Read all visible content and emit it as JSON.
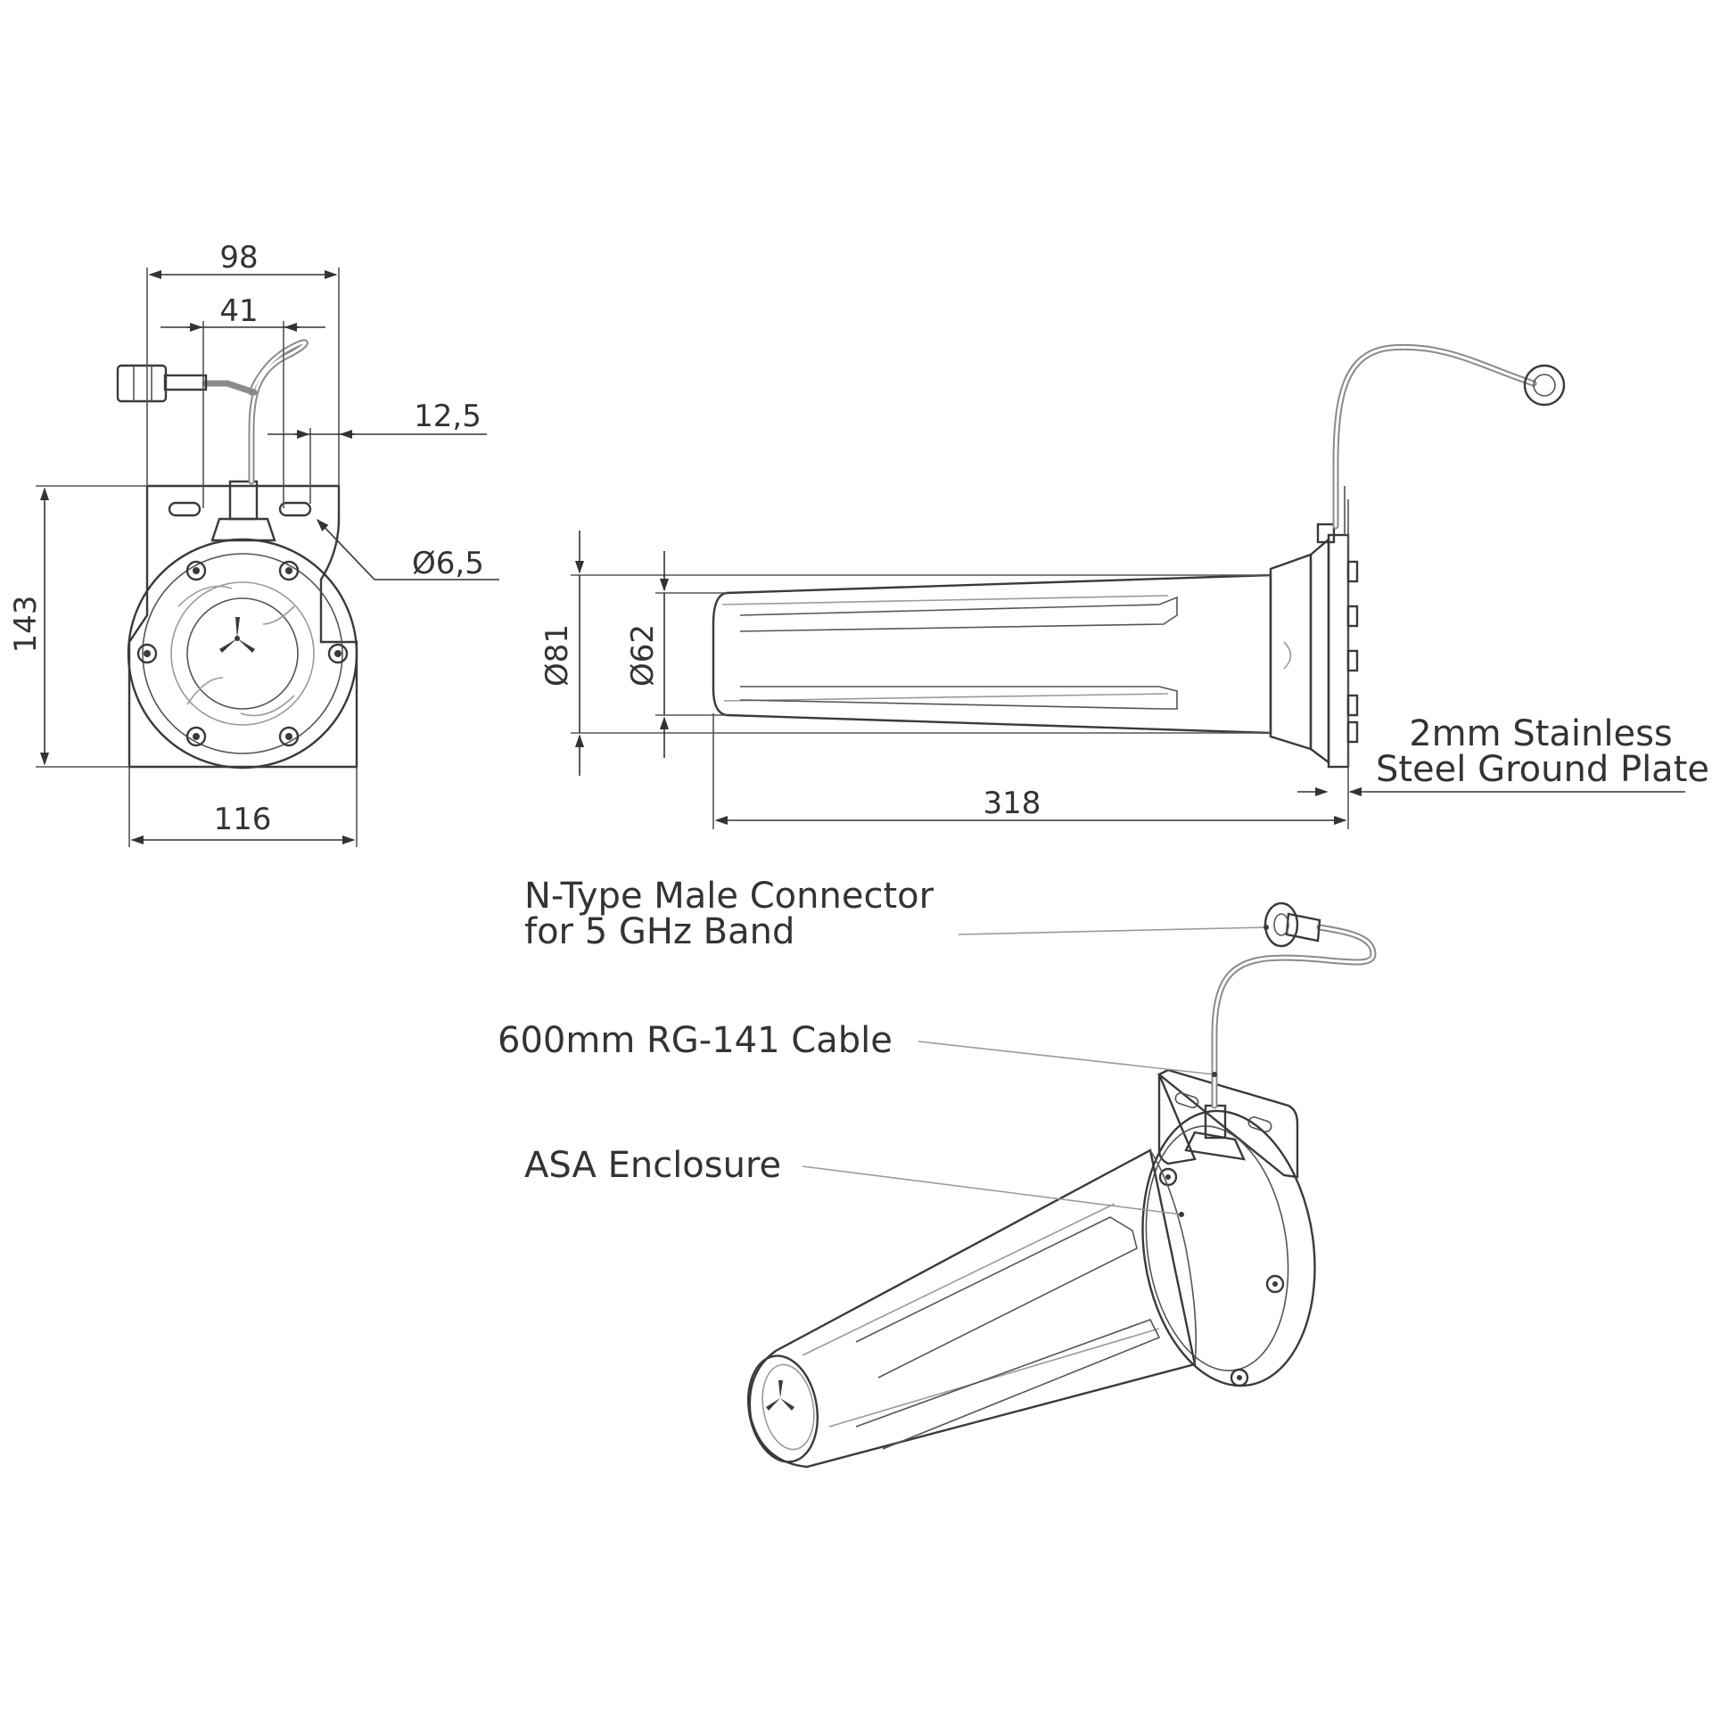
{
  "dimensions": {
    "front_width_top": "98",
    "slot_spacing": "41",
    "slot_offset": "12,5",
    "hole_diameter": "Ø6,5",
    "height": "143",
    "base_width": "116",
    "outer_diameter": "Ø81",
    "inner_diameter": "Ø62",
    "length": "318"
  },
  "callouts": {
    "ground_plate_line1": "2mm Stainless",
    "ground_plate_line2": "Steel Ground Plate",
    "connector_line1": "N-Type Male Connector",
    "connector_line2": "for 5 GHz Band",
    "cable": "600mm RG-141 Cable",
    "enclosure": "ASA Enclosure"
  }
}
